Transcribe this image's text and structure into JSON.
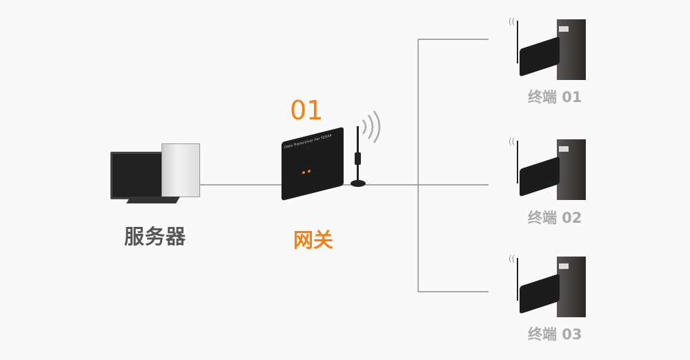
{
  "server": {
    "label": "服务器"
  },
  "gateway": {
    "label": "网关",
    "number": "01",
    "device_text": "Data Transceiver For TCP/IP"
  },
  "terminals": [
    {
      "label": "终端 01"
    },
    {
      "label": "终端 02"
    },
    {
      "label": "终端 03"
    }
  ],
  "colors": {
    "accent": "#f7800f",
    "line": "#8c8c8c",
    "terminal_label": "#aaaaaa",
    "server_label": "#555555"
  }
}
